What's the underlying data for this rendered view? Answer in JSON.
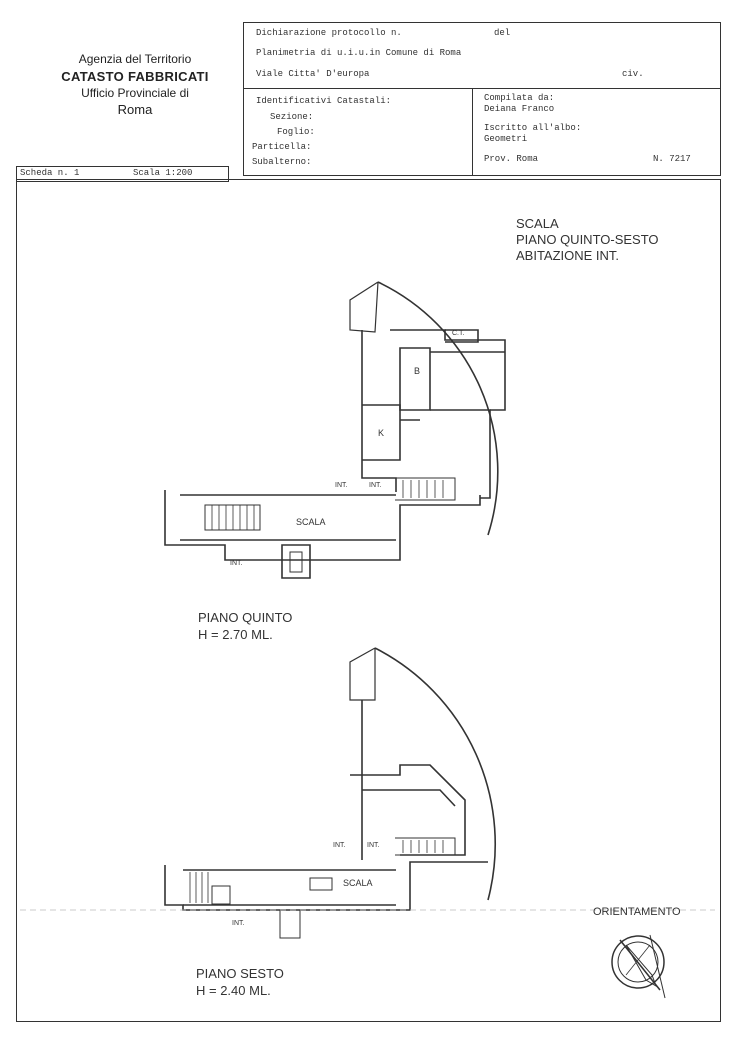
{
  "agency": {
    "line1": "Agenzia del Territorio",
    "line2": "CATASTO FABBRICATI",
    "line3": "Ufficio Provinciale di",
    "line4": "Roma"
  },
  "header": {
    "dichiarazione": "Dichiarazione protocollo n.",
    "del": "del",
    "planimetria": "Planimetria di u.i.u.in Comune di Roma",
    "address": "Viale Citta' D'europa",
    "civ": "civ.",
    "identificativi": "Identificativi Catastali:",
    "sezione": "Sezione:",
    "foglio": "Foglio:",
    "particella": "Particella:",
    "subalterno": "Subalterno:",
    "compilata": "Compilata da:",
    "compilatore": "Deiana Franco",
    "iscritto": "Iscritto all'albo:",
    "albo": "Geometri",
    "prov": "Prov. Roma",
    "numero": "N.  7217"
  },
  "scheda": {
    "label": "Scheda n. 1",
    "scala": "Scala 1:200"
  },
  "title": {
    "line1": "SCALA",
    "line2": "PIANO QUINTO-SESTO",
    "line3": "ABITAZIONE INT."
  },
  "plan_labels": {
    "ct": "C.T.",
    "b": "B",
    "k": "K",
    "int_a": "INT.",
    "int_b": "INT.",
    "scala_quinto": "SCALA",
    "int_c": "INT.",
    "int_d": "INT.",
    "int_e": "INT.",
    "scala_sesto": "SCALA",
    "int_f": "INT."
  },
  "floors": {
    "quinto_name": "PIANO QUINTO",
    "quinto_h": "H = 2.70 ML.",
    "sesto_name": "PIANO SESTO",
    "sesto_h": "H = 2.40 ML."
  },
  "orientamento": "ORIENTAMENTO"
}
